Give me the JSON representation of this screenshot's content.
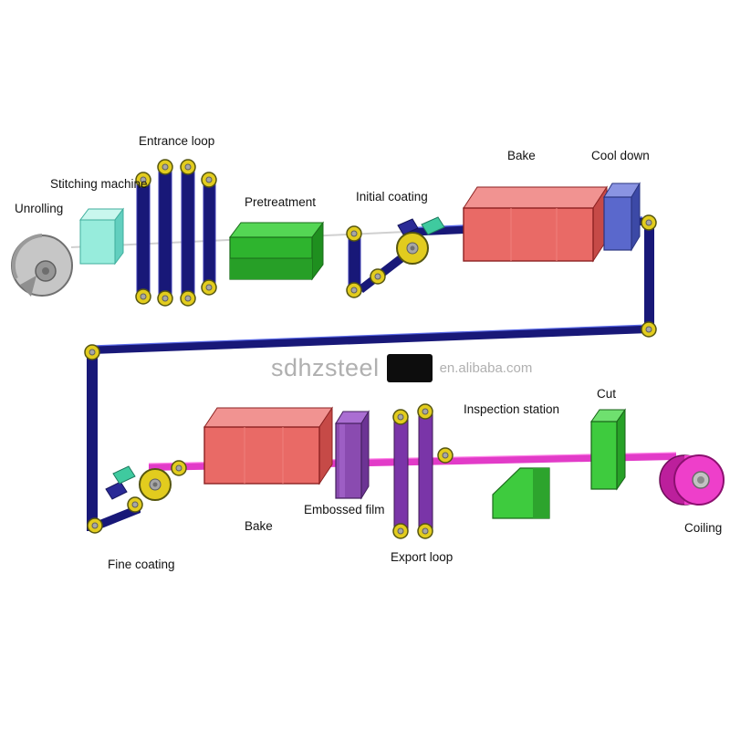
{
  "type": "process-flow-diagram",
  "subject": "coil coating / color coating steel line",
  "labels": {
    "unrolling": "Unrolling",
    "stitching_machine": "Stitching machine",
    "entrance_loop": "Entrance loop",
    "pretreatment": "Pretreatment",
    "initial_coating": "Initial coating",
    "bake_top": "Bake",
    "cool_down": "Cool down",
    "fine_coating": "Fine coating",
    "bake_bottom": "Bake",
    "embossed_film": "Embossed film",
    "export_loop": "Export loop",
    "inspection_station": "Inspection station",
    "cut": "Cut",
    "coiling": "Coiling"
  },
  "process_sequence": [
    "Unrolling",
    "Stitching machine",
    "Entrance loop",
    "Pretreatment",
    "Initial coating",
    "Bake",
    "Cool down",
    "Fine coating",
    "Bake",
    "Embossed film",
    "Export loop",
    "Inspection station",
    "Cut",
    "Coiling"
  ],
  "watermark": {
    "brand": "sdhzsteel",
    "domain": "en.alibaba.com"
  },
  "colors": {
    "belt_uncoated": "#181878",
    "belt_coated": "#e23bc8",
    "bake_oven": "#e96a66",
    "pretreatment_green": "#2eb42e",
    "cool_down_blue": "#5a68cc",
    "export_loop_purple": "#7a35a8",
    "embossed_film_purple": "#8a4bb0",
    "roller_yellow": "#e2cc1e",
    "stitching_cyan": "#97ecdc",
    "cut_green": "#3ecb3e",
    "inspection_green": "#3ecb3e",
    "unroll_coil_gray": "#c6c6c6",
    "coiling_pink": "#ee3fca",
    "watermark_gray": "#b0b0b0"
  }
}
